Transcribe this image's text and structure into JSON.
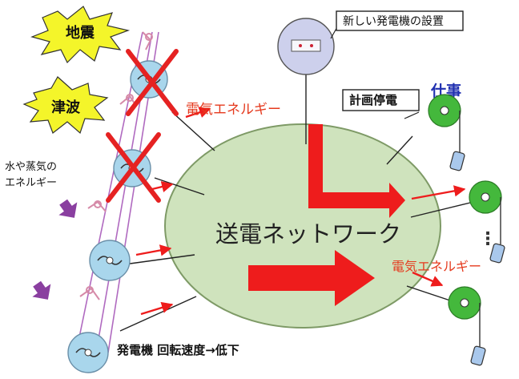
{
  "labels": {
    "earthquake": "地震",
    "tsunami": "津波",
    "water_steam_line1": "水や蒸気の",
    "water_steam_line2": "エネルギー",
    "new_generator": "新しい発電機の設置",
    "work": "仕事",
    "planned_outage": "計画停電",
    "electric_energy_top": "電気エネルギー",
    "electric_energy_right": "電気エネルギー",
    "network": "送電ネットワーク",
    "generator_speed": "発電機 回転速度→低下",
    "ellipsis": "⋮"
  },
  "colors": {
    "network_fill": "#cfe3bd",
    "network_stroke": "#7e9a66",
    "arrow_red": "#ee1c1c",
    "generator_fill": "#a9d6ec",
    "motor_fill": "#44b83c",
    "burst_fill": "#f4f52a",
    "cross_red": "#e52222",
    "purple": "#8a3fa0",
    "meter_fill": "#cdd0ec",
    "title_blue": "#2030b0",
    "label_red": "#e53a1e"
  },
  "icons": {
    "generator": "generator-turbine-icon",
    "motor": "motor-pulley-icon",
    "weight": "hanging-weight-icon",
    "cross": "cross-out-icon",
    "burst": "burst-shape-icon",
    "meter": "meter-gauge-icon"
  }
}
